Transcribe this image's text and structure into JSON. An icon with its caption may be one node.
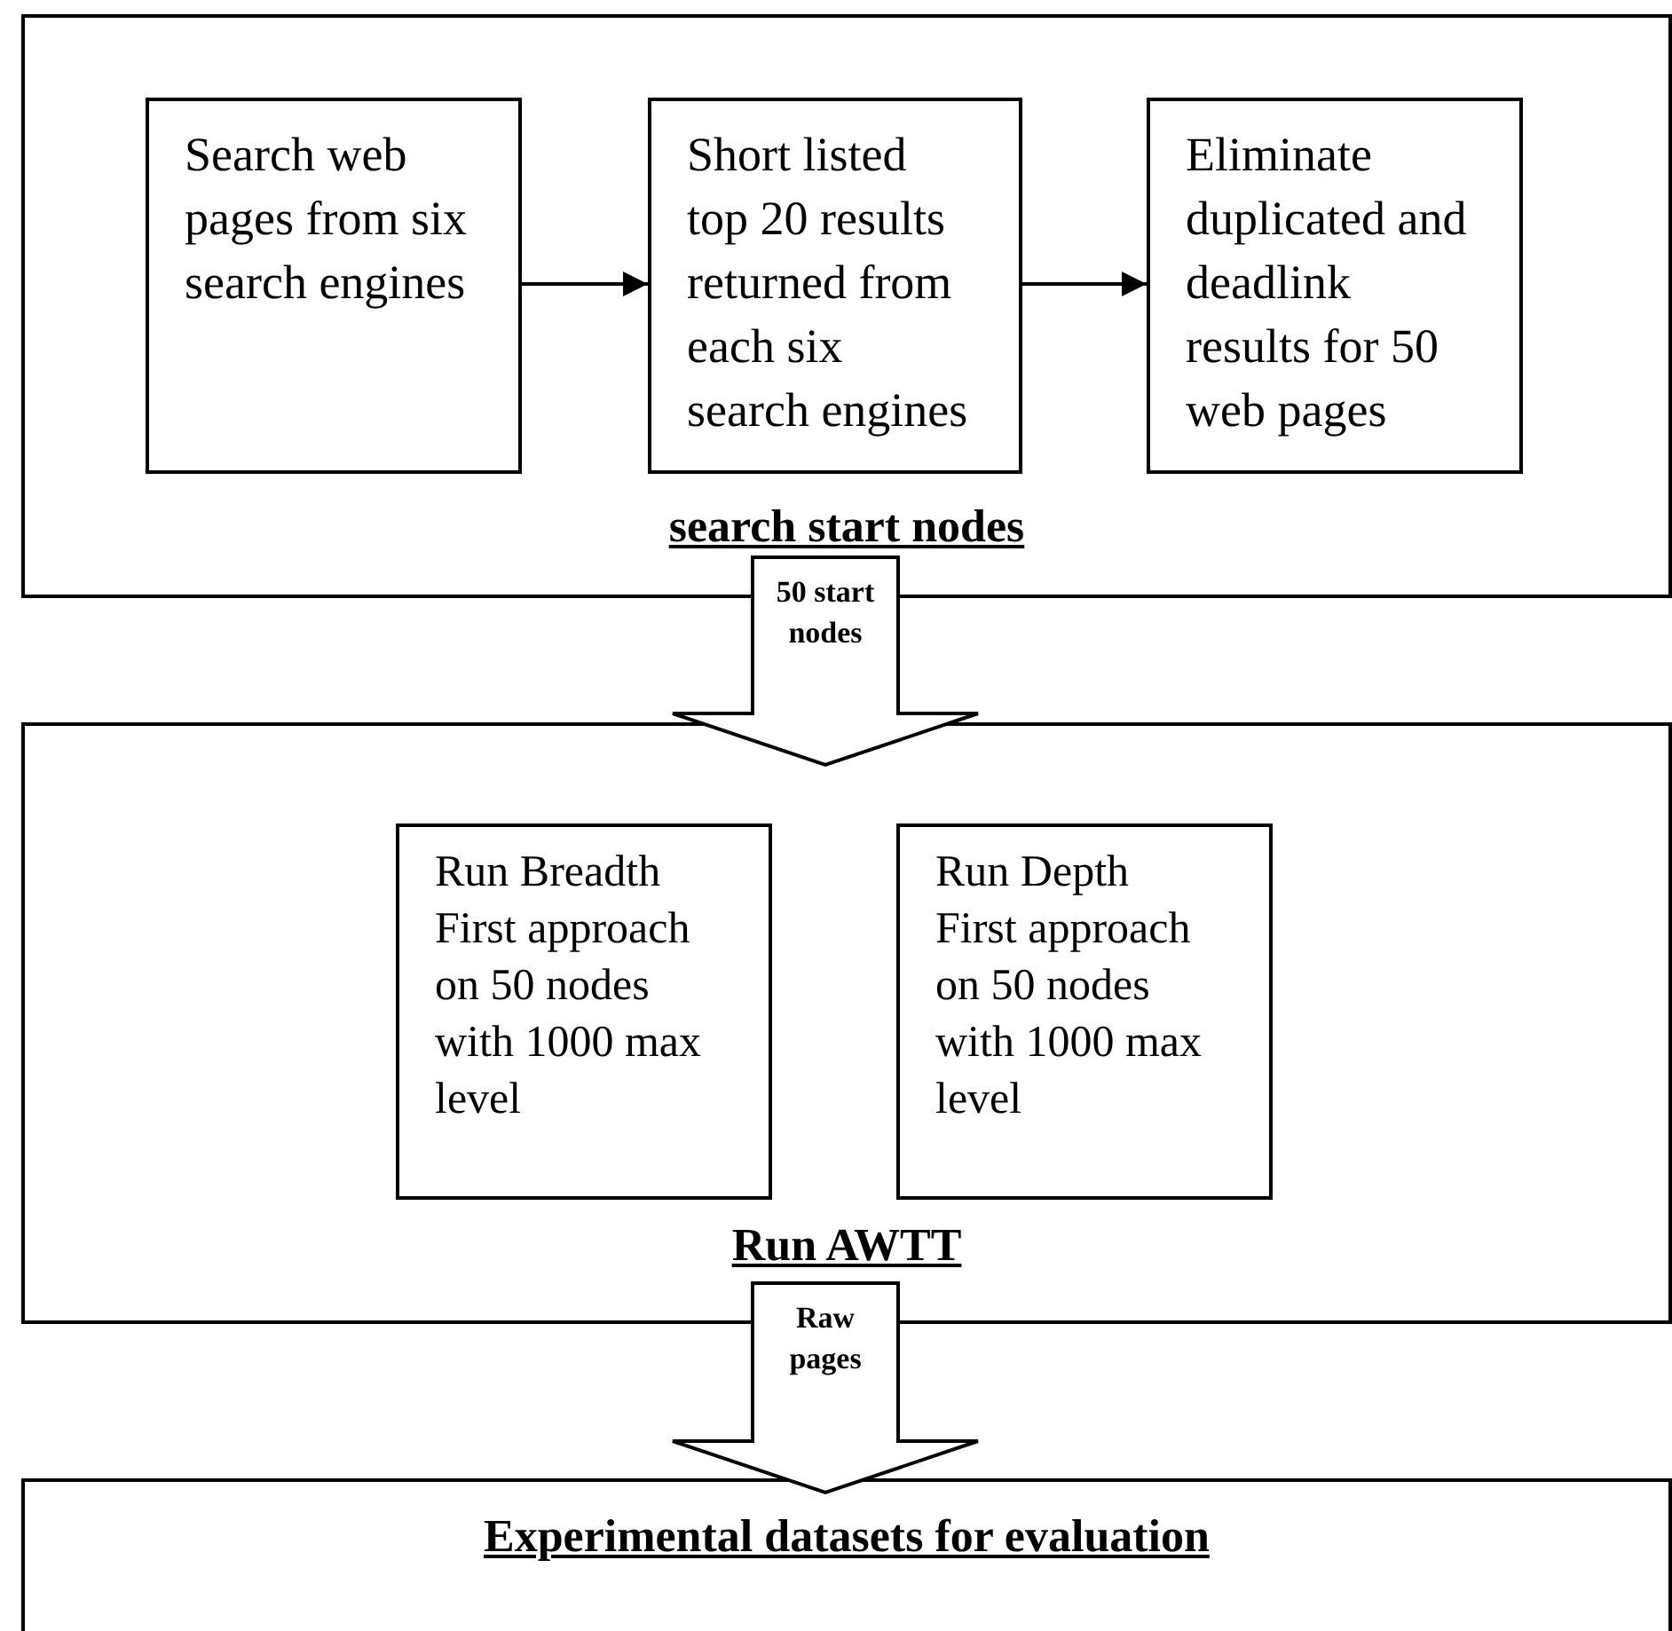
{
  "diagram": {
    "nodes": [
      {
        "text": [
          "search start nodes"
        ]
      },
      {
        "text": [
          "Search web pages from six search engines"
        ],
        "in": 0
      },
      {
        "text": [
          "Short listed top 20 results returned from each six search engines"
        ],
        "in": 0
      },
      {
        "text": [
          "Eliminate duplicated and deadlink results for 50 web pages"
        ],
        "in": 0
      },
      {
        "text": [
          "Run AWTT"
        ]
      },
      {
        "text": [
          "Run Breadth First approach on 50 nodes with 1000 max level"
        ],
        "in": 4
      },
      {
        "text": [
          "Run Depth First approach on 50 nodes with 1000 max level"
        ],
        "in": 4
      },
      {
        "text": [
          "Experimental datasets for evaluation"
        ]
      }
    ],
    "edges": [
      {
        "from": 1,
        "to": 2,
        "arrow": "to"
      },
      {
        "from": 2,
        "to": 3,
        "arrow": "to"
      },
      {
        "from": 0,
        "to": 4,
        "arrow": "to",
        "label": "50 start nodes",
        "style": "thick"
      },
      {
        "from": 4,
        "to": 7,
        "arrow": "to",
        "label": "Raw pages",
        "style": "thick"
      }
    ]
  }
}
